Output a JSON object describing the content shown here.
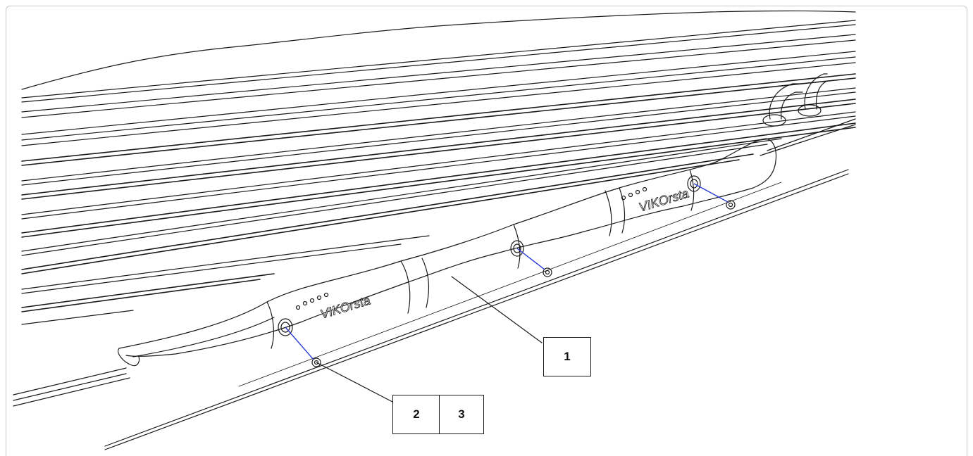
{
  "figure": {
    "callouts": {
      "part_1": "1",
      "part_2": "2",
      "part_3": "3"
    },
    "brand_marking": "VIKOrsta",
    "colors": {
      "line": "#1a1a1a",
      "screw_axis": "#2b3bd6",
      "frame_border": "#c8c8c8"
    }
  }
}
